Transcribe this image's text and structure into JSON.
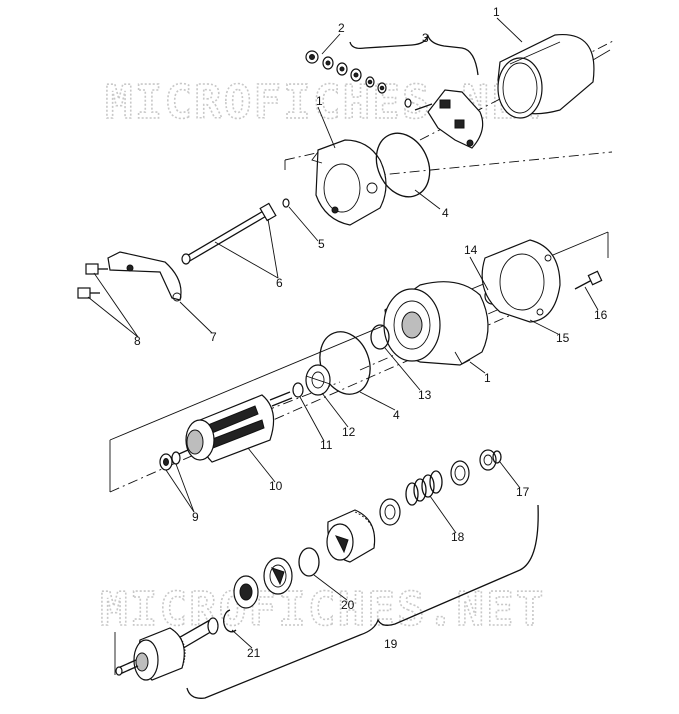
{
  "diagram": {
    "callouts": [
      "1",
      "2",
      "3",
      "1",
      "4",
      "5",
      "6",
      "7",
      "8",
      "14",
      "15",
      "16",
      "1",
      "13",
      "4",
      "12",
      "11",
      "10",
      "9",
      "17",
      "18",
      "20",
      "21",
      "19"
    ]
  },
  "watermark": {
    "top": "MICROFICHES.NET",
    "bottom": "MICROFICHES.NET"
  }
}
